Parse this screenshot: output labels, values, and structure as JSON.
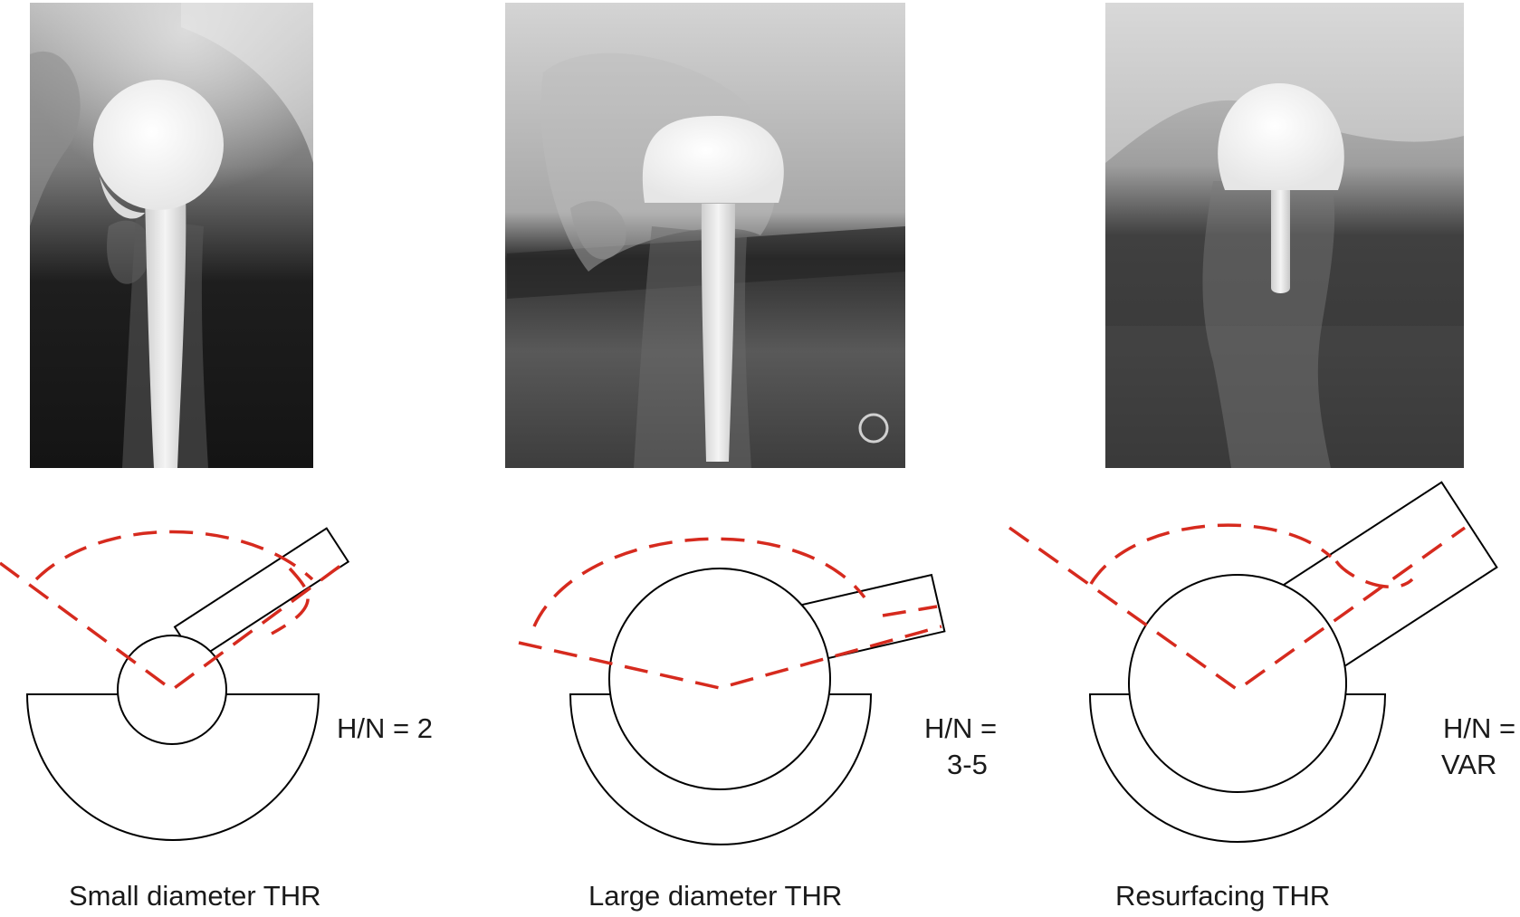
{
  "colors": {
    "dashed_arc": "#d62a1e",
    "outline": "#000000"
  },
  "panels": [
    {
      "id": "small",
      "radiograph_subject": "small diameter femoral head total hip replacement",
      "ratio_lines": [
        "H/N = 2"
      ],
      "caption": "Small diameter THR"
    },
    {
      "id": "large",
      "radiograph_subject": "large diameter femoral head total hip replacement",
      "ratio_lines": [
        "H/N =",
        "3-5"
      ],
      "caption": "Large diameter THR"
    },
    {
      "id": "resurfacing",
      "radiograph_subject": "hip resurfacing with short stem",
      "ratio_lines": [
        "H/N =",
        "VAR"
      ],
      "caption": "Resurfacing THR"
    }
  ]
}
